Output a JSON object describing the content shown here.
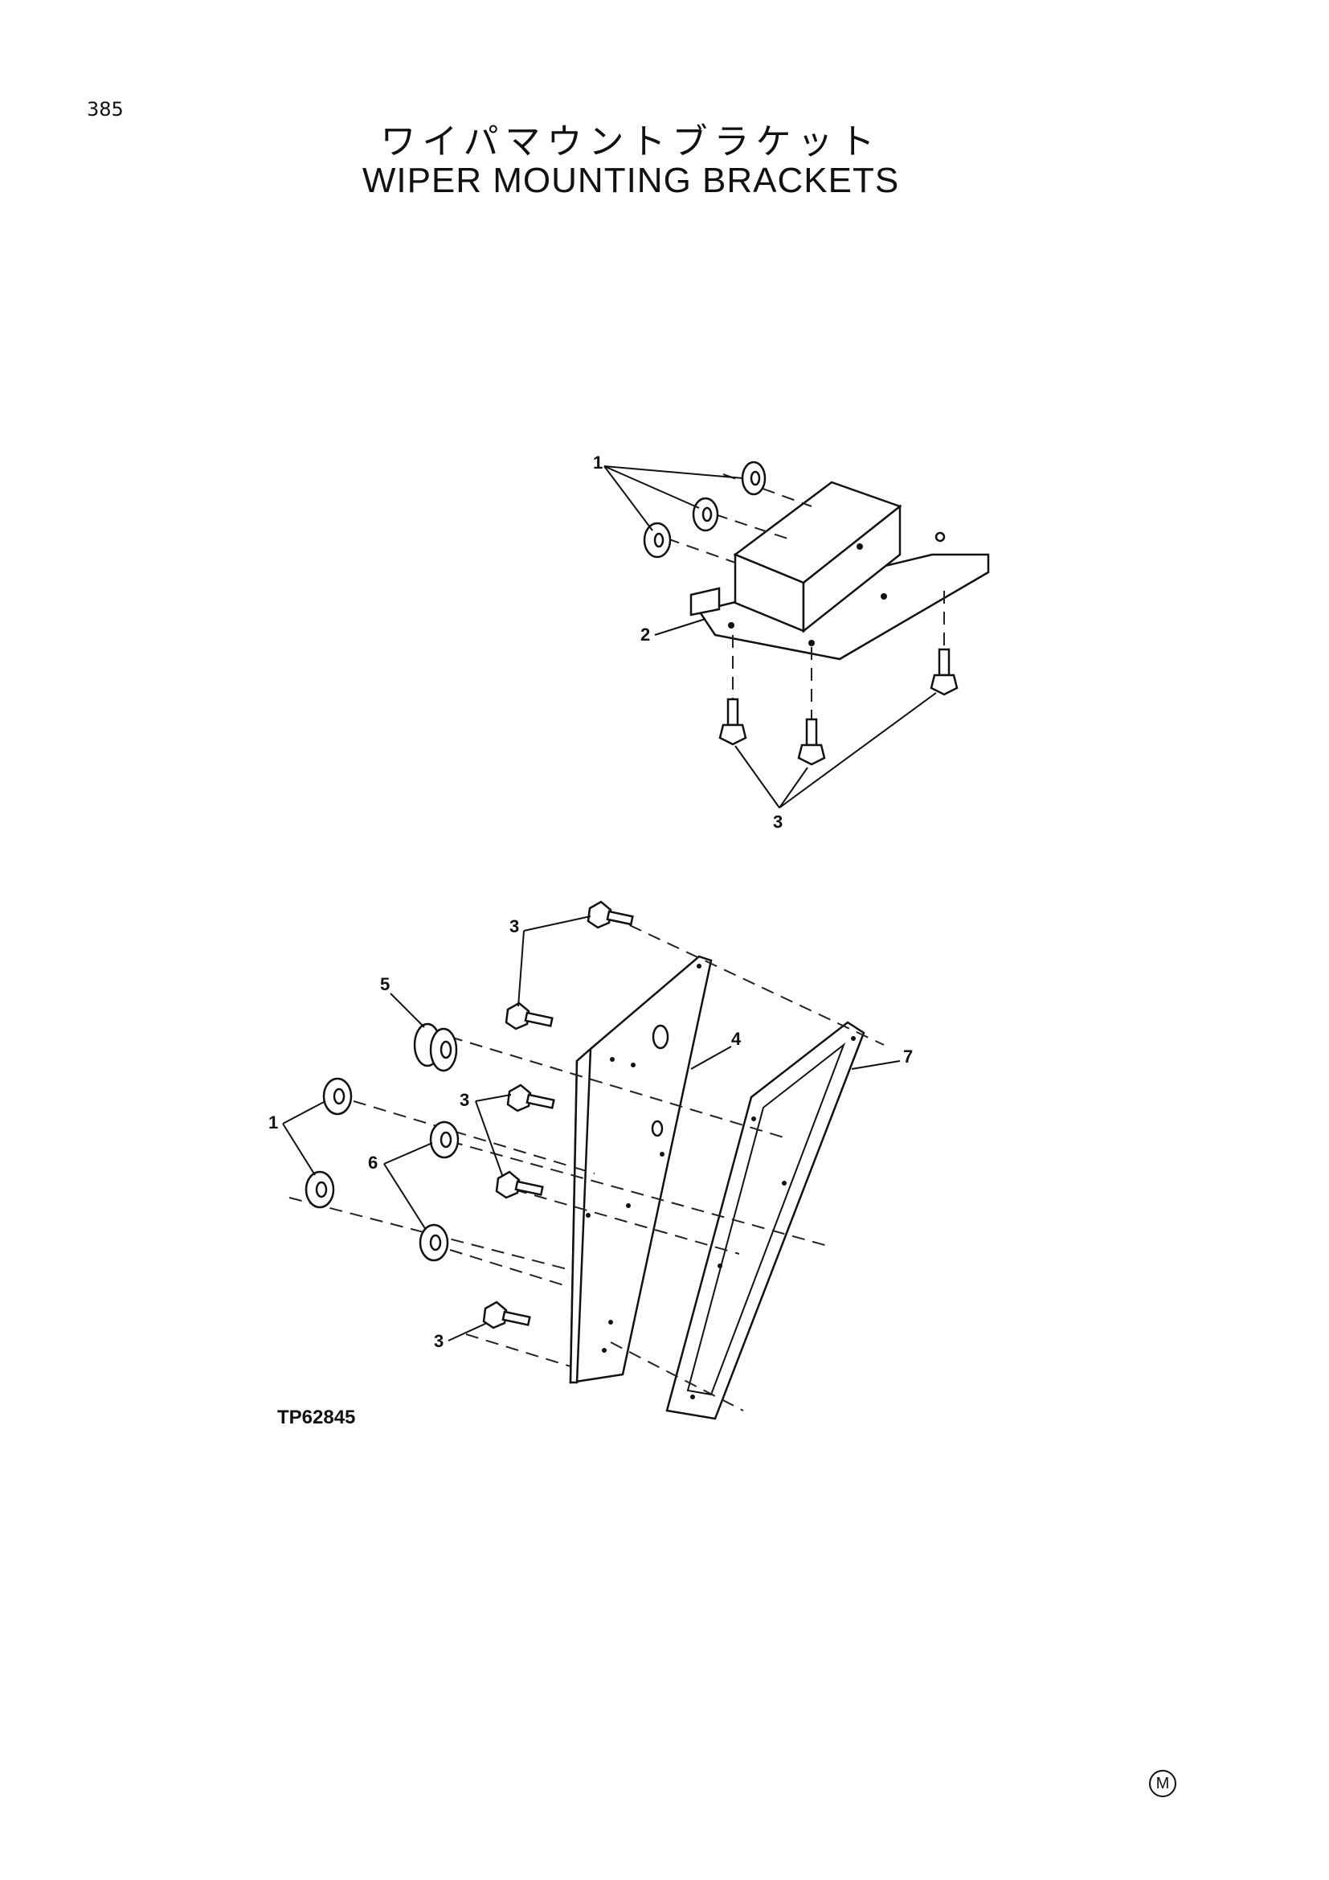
{
  "page": {
    "number": "385",
    "title_jp": "ワイパマウントブラケット",
    "title_en": "WIPER MOUNTING BRACKETS",
    "figure_id": "TP62845",
    "mark": "M"
  },
  "callouts": {
    "top_washers": "1",
    "top_bracket": "2",
    "top_bolts": "3",
    "bot_bolts_top": "3",
    "bot_grommet": "5",
    "bot_plate": "4",
    "bot_gasket": "7",
    "bot_washers": "1",
    "bot_bolts_mid": "3",
    "bot_spacers": "6",
    "bot_bolt_low": "3"
  }
}
